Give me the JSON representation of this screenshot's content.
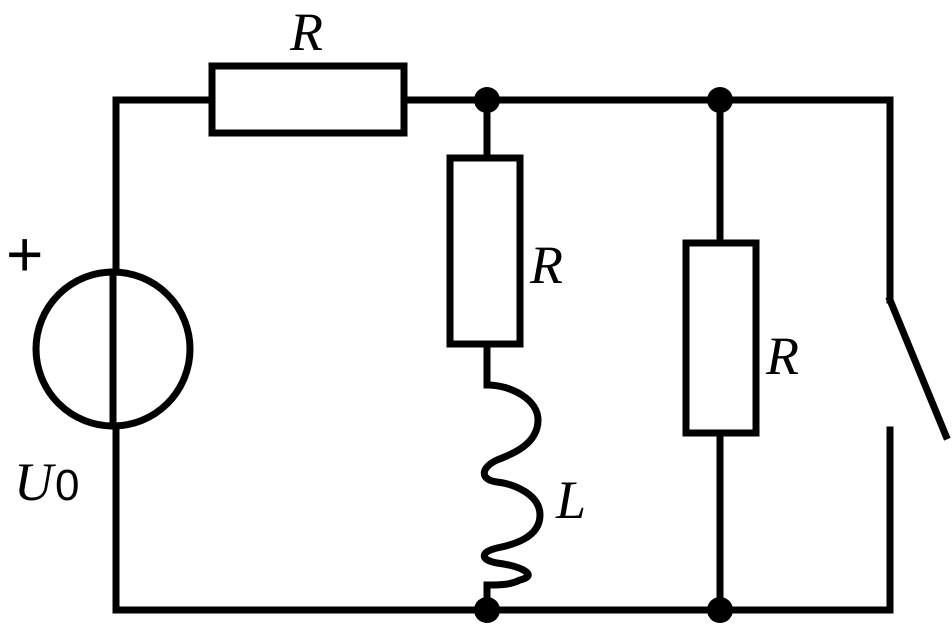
{
  "diagram": {
    "source": {
      "symbol": "U",
      "subscript": "0",
      "polarity": "+"
    },
    "resistor_series": {
      "label": "R"
    },
    "resistor_branch_rl": {
      "label": "R"
    },
    "inductor": {
      "label": "L"
    },
    "resistor_parallel": {
      "label": "R"
    },
    "switch": {
      "state": "open"
    }
  }
}
